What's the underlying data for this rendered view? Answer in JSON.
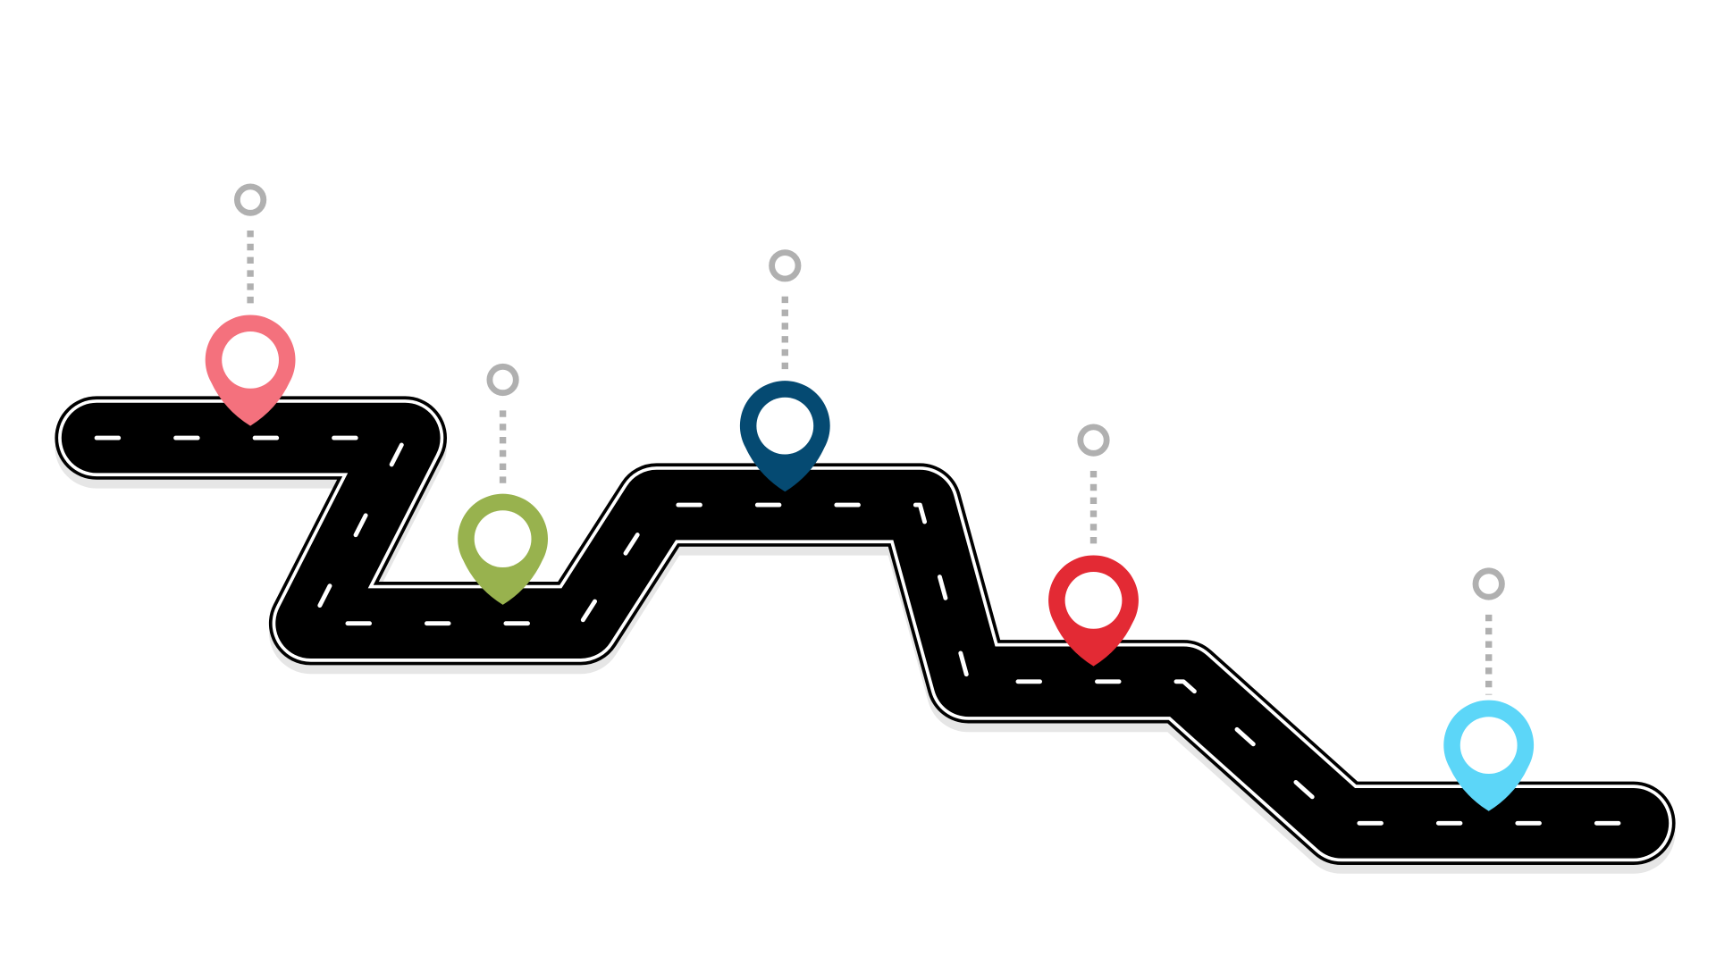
{
  "colors": {
    "background": "#ffffff",
    "road": "#000000",
    "road_shadow": "#e6e6e6",
    "road_lines": "#ffffff",
    "connector": "#b0b0b0"
  },
  "milestones": [
    {
      "id": "milestone-1",
      "color": "#f4717d",
      "icon": "map-pin-icon"
    },
    {
      "id": "milestone-2",
      "color": "#98b24e",
      "icon": "map-pin-icon"
    },
    {
      "id": "milestone-3",
      "color": "#054a72",
      "icon": "map-pin-icon"
    },
    {
      "id": "milestone-4",
      "color": "#e32a34",
      "icon": "map-pin-icon"
    },
    {
      "id": "milestone-5",
      "color": "#5cd6f8",
      "icon": "map-pin-icon"
    }
  ]
}
